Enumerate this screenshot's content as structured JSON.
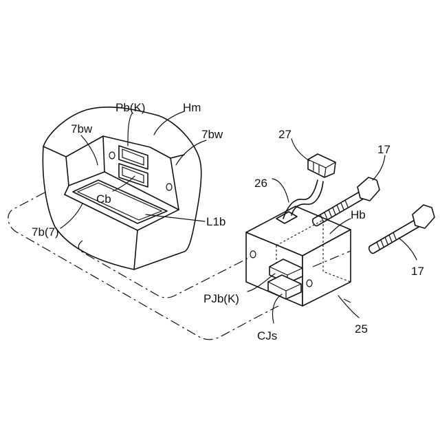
{
  "labels": {
    "pbk": "Pb(K)",
    "hm": "Hm",
    "bw_left": "7bw",
    "bw_right": "7bw",
    "n27": "27",
    "n17_top": "17",
    "n26": "26",
    "hb": "Hb",
    "cb": "Cb",
    "l1b": "L1b",
    "b7": "7b(7)",
    "n17_bottom": "17",
    "pjbk": "PJb(K)",
    "n25": "25",
    "cjs": "CJs"
  }
}
